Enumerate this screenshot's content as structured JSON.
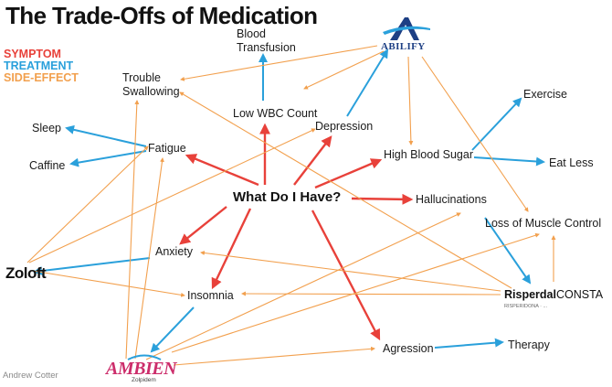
{
  "title": "The Trade-Offs of Medication",
  "legend": [
    {
      "label": "SYMPTOM",
      "color": "#e8413a"
    },
    {
      "label": "TREATMENT",
      "color": "#2aa0db"
    },
    {
      "label": "SIDE-EFFECT",
      "color": "#f2a04e"
    }
  ],
  "colors": {
    "symptom": "#e8413a",
    "treatment": "#2aa0db",
    "side_effect": "#f2a04e"
  },
  "center": "What Do I Have?",
  "nodes": {
    "blood_transfusion_1": "Blood",
    "blood_transfusion_2": "Transfusion",
    "trouble_swallowing_1": "Trouble",
    "trouble_swallowing_2": "Swallowing",
    "low_wbc": "Low WBC Count",
    "depression": "Depression",
    "sleep": "Sleep",
    "fatigue": "Fatigue",
    "caffine": "Caffine",
    "high_blood_sugar": "High Blood Sugar",
    "exercise": "Exercise",
    "eat_less": "Eat Less",
    "hallucinations": "Hallucinations",
    "loss_muscle": "Loss of Muscle Control",
    "anxiety": "Anxiety",
    "insomnia": "Insomnia",
    "agression": "Agression",
    "therapy": "Therapy"
  },
  "drugs": {
    "abilify": "ABILIFY",
    "zoloft": "Zoloft",
    "ambien": "AMBIEN",
    "ambien_sub": "Zolpidem",
    "risperdal_a": "Risperdal",
    "risperdal_b": "CONSTA",
    "risperdal_sub": "RISPERIDONA  ·  ...",
    "abilify_icon": "abilify-logo-triangle-icon"
  },
  "credit": "Andrew Cotter"
}
